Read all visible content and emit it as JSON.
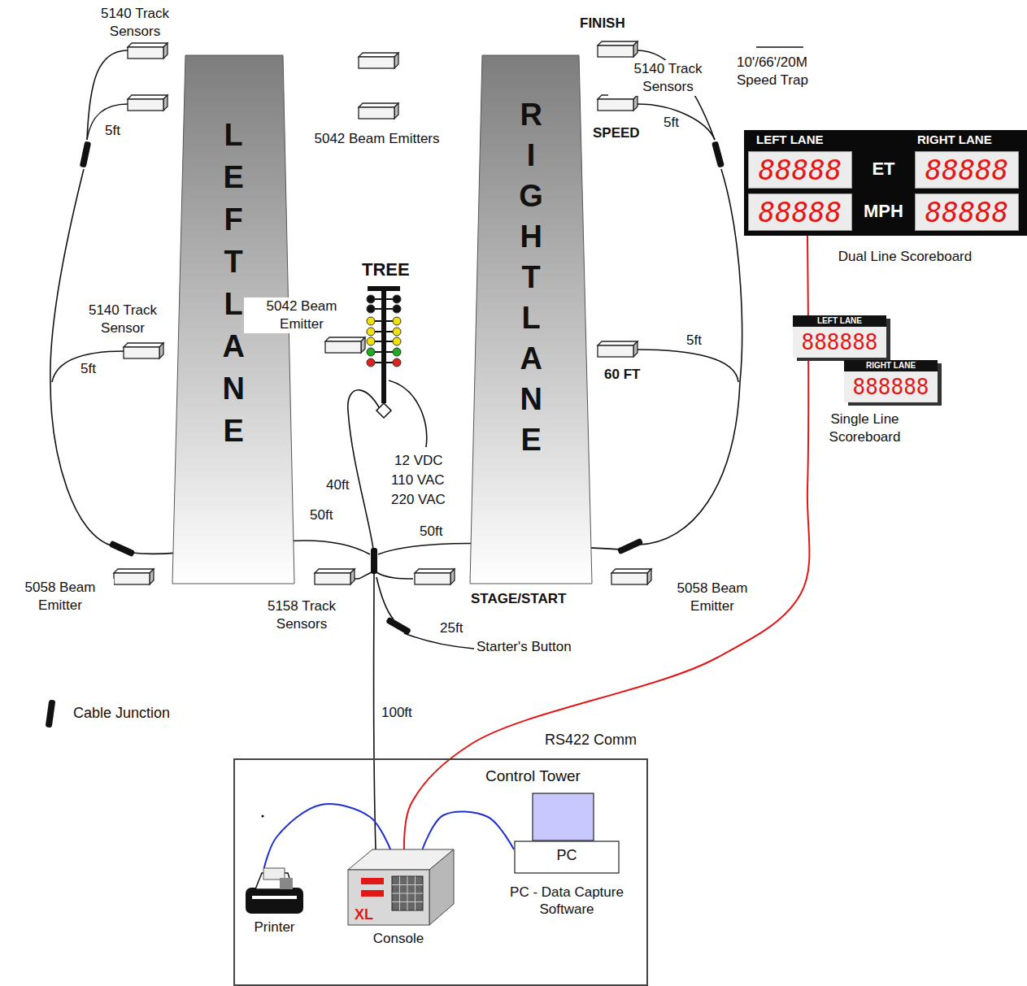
{
  "diagram": {
    "nodes": [
      {
        "text": [
          "LEFT LANE"
        ]
      },
      {
        "text": [
          "RIGHT LANE"
        ]
      },
      {
        "text": [
          "LEFT LANE",
          "RIGHT LANE",
          "88888",
          "ET",
          "88888",
          "88888",
          "MPH",
          "88888",
          "Dual Line Scoreboard"
        ]
      },
      {
        "text": [
          "LEFT LANE",
          "888888"
        ]
      },
      {
        "text": [
          "RIGHT LANE",
          "888888"
        ]
      },
      {
        "text": [
          "Control Tower"
        ]
      },
      {
        "text": [
          "Printer"
        ],
        "in": 5
      },
      {
        "text": [
          "XL",
          "Console"
        ],
        "in": 5
      },
      {
        "text": [
          "PC",
          "PC - Data Capture Software"
        ],
        "in": 5
      }
    ],
    "edges": [
      {
        "from": 7,
        "to": 6,
        "arrow": "none"
      },
      {
        "from": 7,
        "to": 8,
        "arrow": "none"
      },
      {
        "from": 7,
        "to": 2,
        "arrow": "none",
        "label": "RS422 Comm"
      }
    ],
    "labels": [
      "5140 Track Sensors",
      "5ft",
      "5042 Beam Emitters",
      "FINISH",
      "5140 Track Sensors",
      "5ft",
      "SPEED",
      "10'/66'/20M Speed Trap",
      "TREE",
      "5140 Track Sensor",
      "5ft",
      "5042 Beam Emitter",
      "5ft",
      "60 FT",
      "12 VDC",
      "110 VAC",
      "220 VAC",
      "40ft",
      "50ft",
      "50ft",
      "5058 Beam Emitter",
      "5158 Track Sensors",
      "STAGE/START",
      "5058 Beam Emitter",
      "25ft",
      "Starter's Button",
      "100ft",
      "Single Line Scoreboard"
    ],
    "legend": [
      {
        "text": "Cable Junction"
      }
    ]
  }
}
